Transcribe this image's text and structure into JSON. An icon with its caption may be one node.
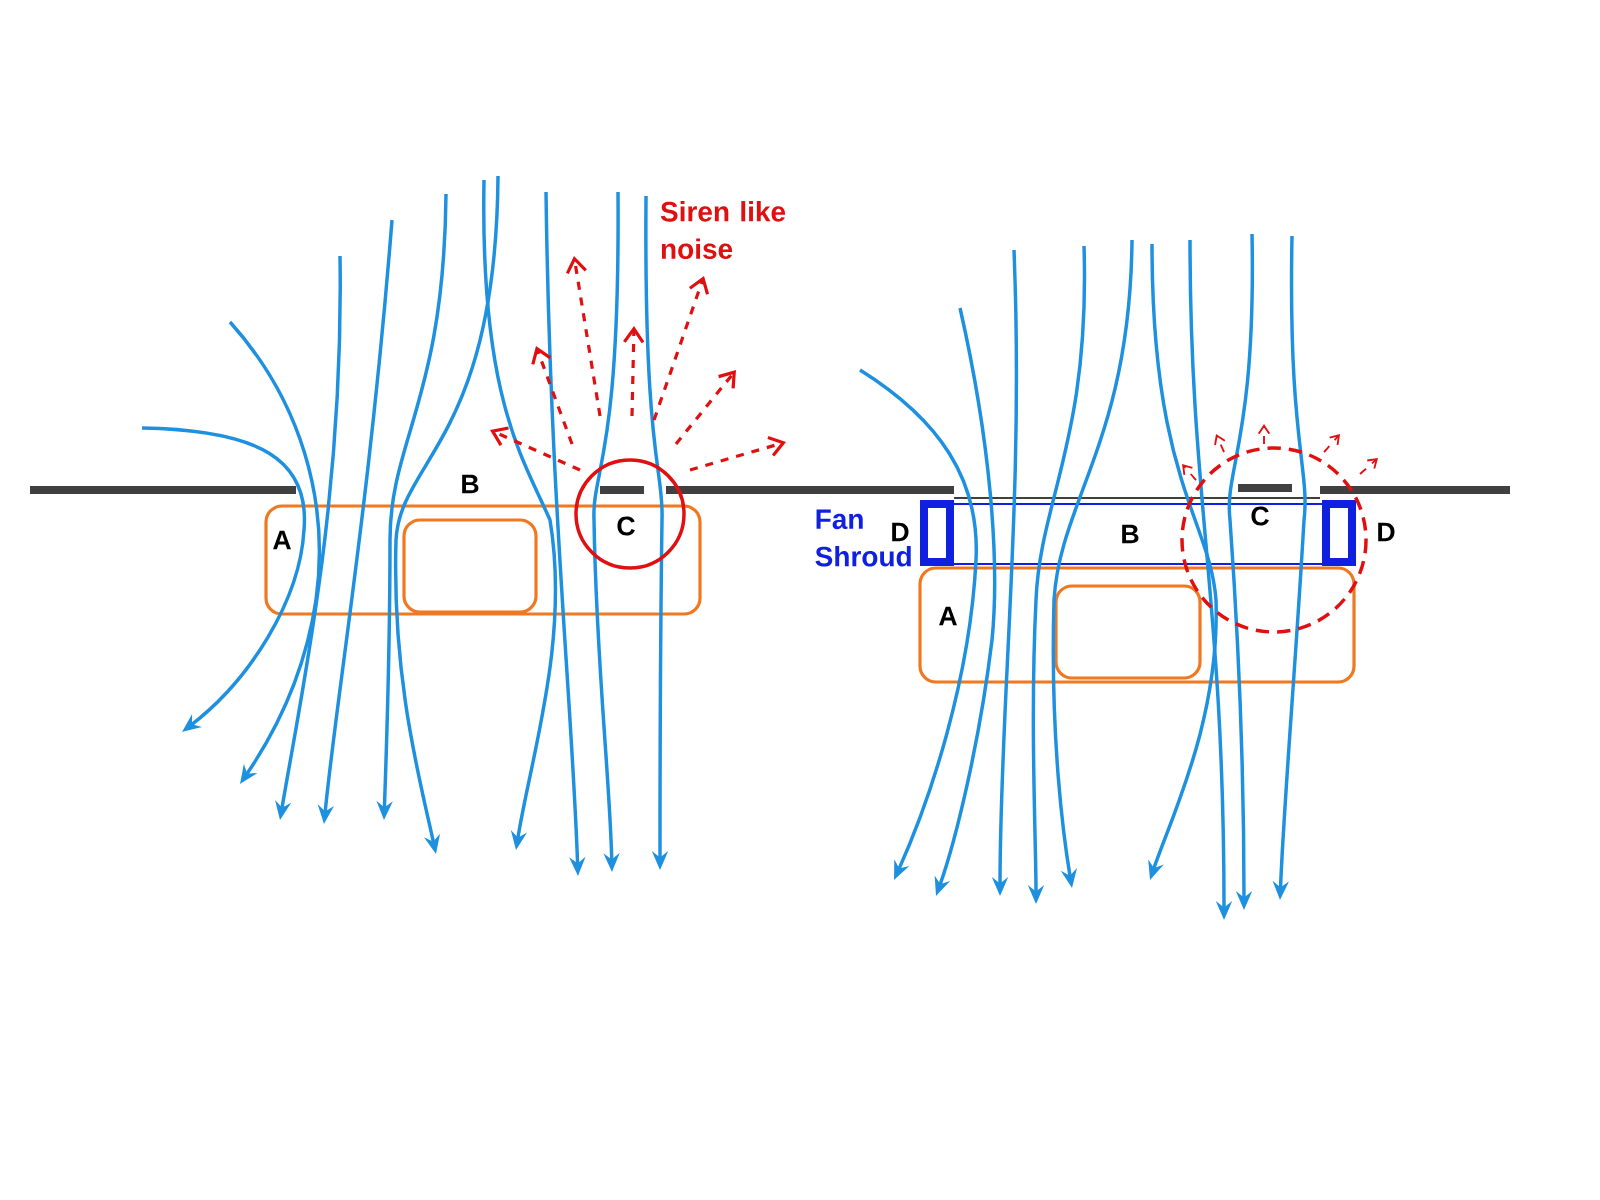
{
  "diagram": {
    "labels": [
      "Siren like noise",
      "A",
      "B",
      "C",
      "Fan Shroud",
      "D",
      "B",
      "C",
      "D",
      "A"
    ]
  }
}
